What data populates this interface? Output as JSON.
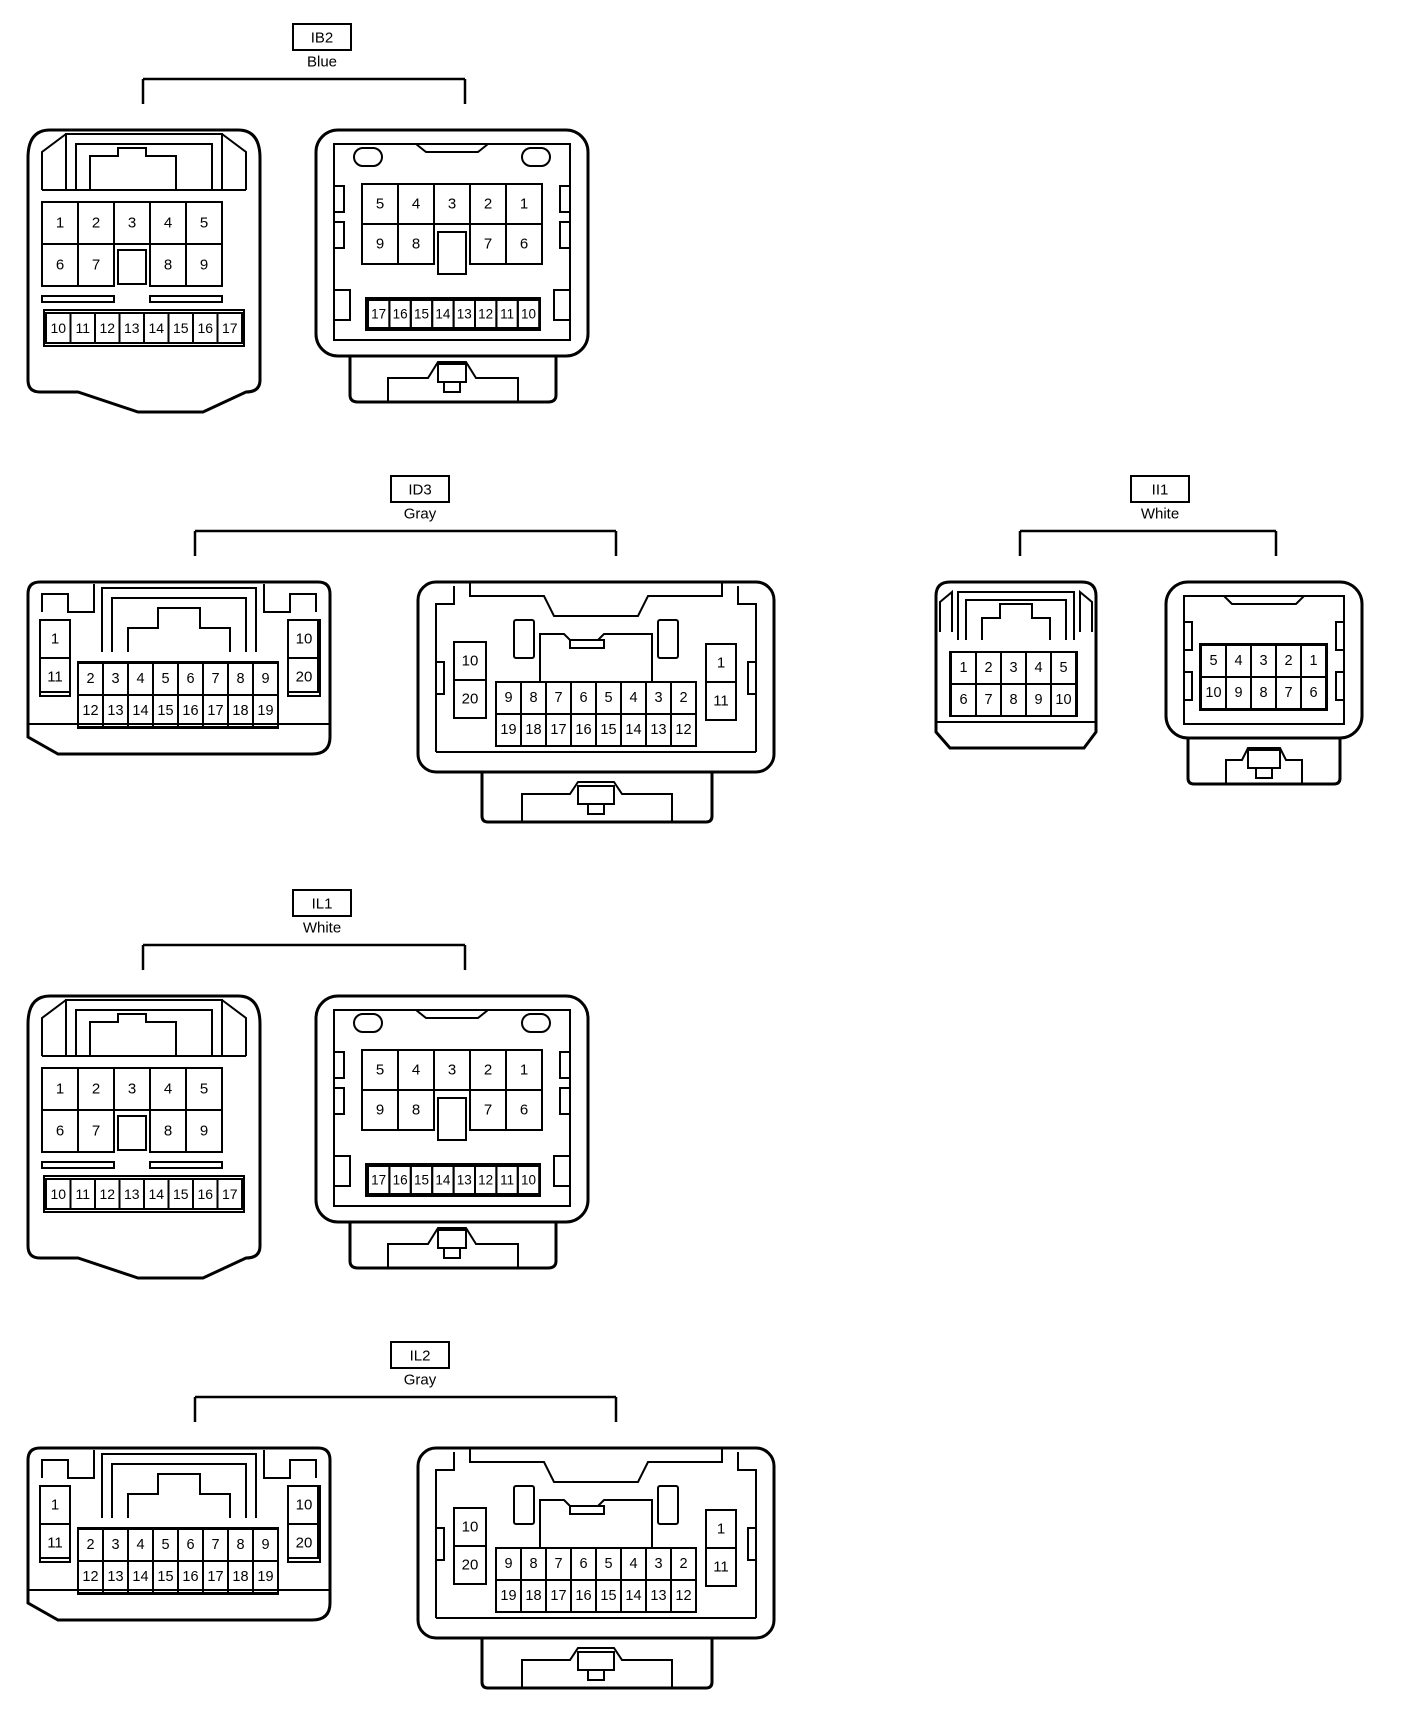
{
  "connectors": [
    {
      "id": "IB2",
      "code": "IB2",
      "color": "Blue",
      "female": {
        "upper": [
          [
            "1",
            "2",
            "3",
            "4",
            "5"
          ],
          [
            "6",
            "7",
            "",
            "8",
            "9"
          ]
        ],
        "bottom": [
          "10",
          "11",
          "12",
          "13",
          "14",
          "15",
          "16",
          "17"
        ]
      },
      "male": {
        "upper": [
          [
            "5",
            "4",
            "3",
            "2",
            "1"
          ],
          [
            "9",
            "8",
            "",
            "7",
            "6"
          ]
        ],
        "bottom": [
          "17",
          "16",
          "15",
          "14",
          "13",
          "12",
          "11",
          "10"
        ]
      }
    },
    {
      "id": "ID3",
      "code": "ID3",
      "color": "Gray",
      "female": {
        "left": [
          "1",
          "11"
        ],
        "right": [
          "10",
          "20"
        ],
        "top": [
          "2",
          "3",
          "4",
          "5",
          "6",
          "7",
          "8",
          "9"
        ],
        "bottom": [
          "12",
          "13",
          "14",
          "15",
          "16",
          "17",
          "18",
          "19"
        ]
      },
      "male": {
        "left": [
          "10",
          "20"
        ],
        "right": [
          "1",
          "11"
        ],
        "top": [
          "9",
          "8",
          "7",
          "6",
          "5",
          "4",
          "3",
          "2"
        ],
        "bottom": [
          "19",
          "18",
          "17",
          "16",
          "15",
          "14",
          "13",
          "12"
        ]
      }
    },
    {
      "id": "II1",
      "code": "II1",
      "color": "White",
      "female": {
        "rows": [
          [
            "1",
            "2",
            "3",
            "4",
            "5"
          ],
          [
            "6",
            "7",
            "8",
            "9",
            "10"
          ]
        ]
      },
      "male": {
        "rows": [
          [
            "5",
            "4",
            "3",
            "2",
            "1"
          ],
          [
            "10",
            "9",
            "8",
            "7",
            "6"
          ]
        ]
      }
    },
    {
      "id": "IL1",
      "code": "IL1",
      "color": "White",
      "female": {
        "upper": [
          [
            "1",
            "2",
            "3",
            "4",
            "5"
          ],
          [
            "6",
            "7",
            "",
            "8",
            "9"
          ]
        ],
        "bottom": [
          "10",
          "11",
          "12",
          "13",
          "14",
          "15",
          "16",
          "17"
        ]
      },
      "male": {
        "upper": [
          [
            "5",
            "4",
            "3",
            "2",
            "1"
          ],
          [
            "9",
            "8",
            "",
            "7",
            "6"
          ]
        ],
        "bottom": [
          "17",
          "16",
          "15",
          "14",
          "13",
          "12",
          "11",
          "10"
        ]
      }
    },
    {
      "id": "IL2",
      "code": "IL2",
      "color": "Gray",
      "female": {
        "left": [
          "1",
          "11"
        ],
        "right": [
          "10",
          "20"
        ],
        "top": [
          "2",
          "3",
          "4",
          "5",
          "6",
          "7",
          "8",
          "9"
        ],
        "bottom": [
          "12",
          "13",
          "14",
          "15",
          "16",
          "17",
          "18",
          "19"
        ]
      },
      "male": {
        "left": [
          "10",
          "20"
        ],
        "right": [
          "1",
          "11"
        ],
        "top": [
          "9",
          "8",
          "7",
          "6",
          "5",
          "4",
          "3",
          "2"
        ],
        "bottom": [
          "19",
          "18",
          "17",
          "16",
          "15",
          "14",
          "13",
          "12"
        ]
      }
    }
  ]
}
